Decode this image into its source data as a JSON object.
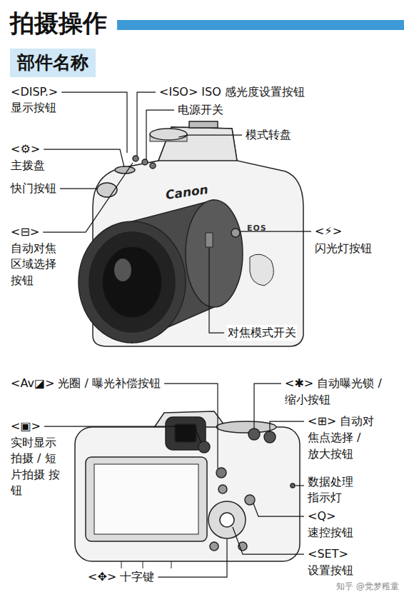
{
  "diagram": {
    "title": "拍摄操作",
    "nodes": [
      {
        "text": [
          "部件名称"
        ]
      }
    ],
    "labels": [
      "<DISP.>",
      "显示按钮",
      "<ISO> ISO 感光度设置按钮",
      "电源开关",
      "模式转盘",
      "<⚙>",
      "主拨盘",
      "快门按钮",
      "<⊟>",
      "自动对焦 区域选择 按钮",
      "<⚡>",
      "闪光灯按钮",
      "对焦模式开关",
      "Canon",
      "EOS",
      "<Av◪> 光圈 / 曝光补偿按钮",
      "<✱> 自动曝光锁 /",
      "缩小按钮",
      "<▣>",
      "实时显示 拍摄 / 短片拍摄 按钮",
      "<⊞> 自动对",
      "焦点选择 /",
      "放大按钮",
      "数据处理 指示灯",
      "<Q>",
      "速控按钮",
      "<SET>",
      "设置按钮",
      "<✥> 十字键",
      "知乎 @觉梦稚童"
    ]
  }
}
